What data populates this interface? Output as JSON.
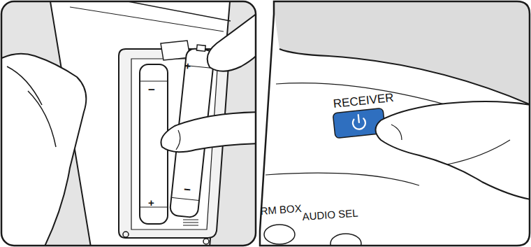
{
  "diagram": {
    "labels": [
      "+",
      "−",
      "+",
      "−",
      "RECEIVER",
      "RM BOX",
      "AUDIO SEL"
    ]
  }
}
